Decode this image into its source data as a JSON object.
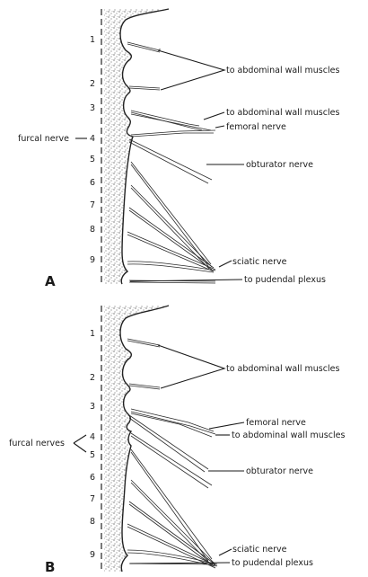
{
  "panels": [
    {
      "letter": "A",
      "segments": [
        "1",
        "2",
        "3",
        "4",
        "5",
        "6",
        "7",
        "8",
        "9"
      ],
      "left_label": "furcal nerve",
      "labels": {
        "abdominal_1": "to abdominal wall muscles",
        "abdominal_2": "to abdominal wall muscles",
        "femoral": "femoral nerve",
        "obturator": "obturator nerve",
        "sciatic": "sciatic nerve",
        "pudendal": "to pudendal plexus"
      }
    },
    {
      "letter": "B",
      "segments": [
        "1",
        "2",
        "3",
        "4",
        "5",
        "6",
        "7",
        "8",
        "9"
      ],
      "left_label": "furcal nerves",
      "labels": {
        "abdominal_1": "to abdominal wall muscles",
        "femoral": "femoral nerve",
        "abdominal_2": "to abdominal wall muscles",
        "obturator": "obturator nerve",
        "sciatic": "sciatic nerve",
        "pudendal": "to pudendal plexus"
      }
    }
  ],
  "colors": {
    "ink": "#1a1a1a",
    "paper": "#ffffff"
  }
}
